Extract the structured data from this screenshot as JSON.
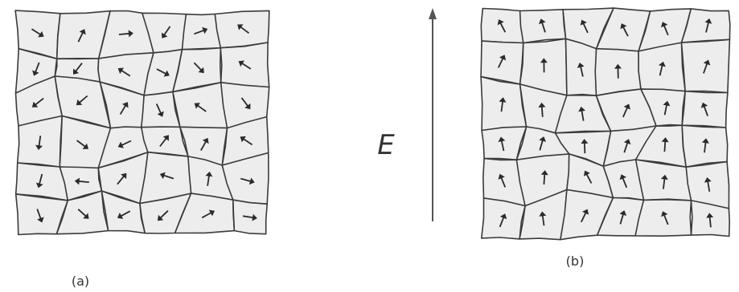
{
  "panels": [
    {
      "id": "a",
      "caption": "(a)",
      "arrangement": "random"
    },
    {
      "id": "b",
      "caption": "(b)",
      "arrangement": "aligned-upward"
    }
  ],
  "field": {
    "symbol": "E",
    "direction": "up"
  },
  "colors": {
    "background": "#ffffff",
    "grain_fill": "#ededed",
    "grain_stroke": "#3a3a3a",
    "arrow": "#2a2a2a",
    "field_arrow": "#555555"
  }
}
